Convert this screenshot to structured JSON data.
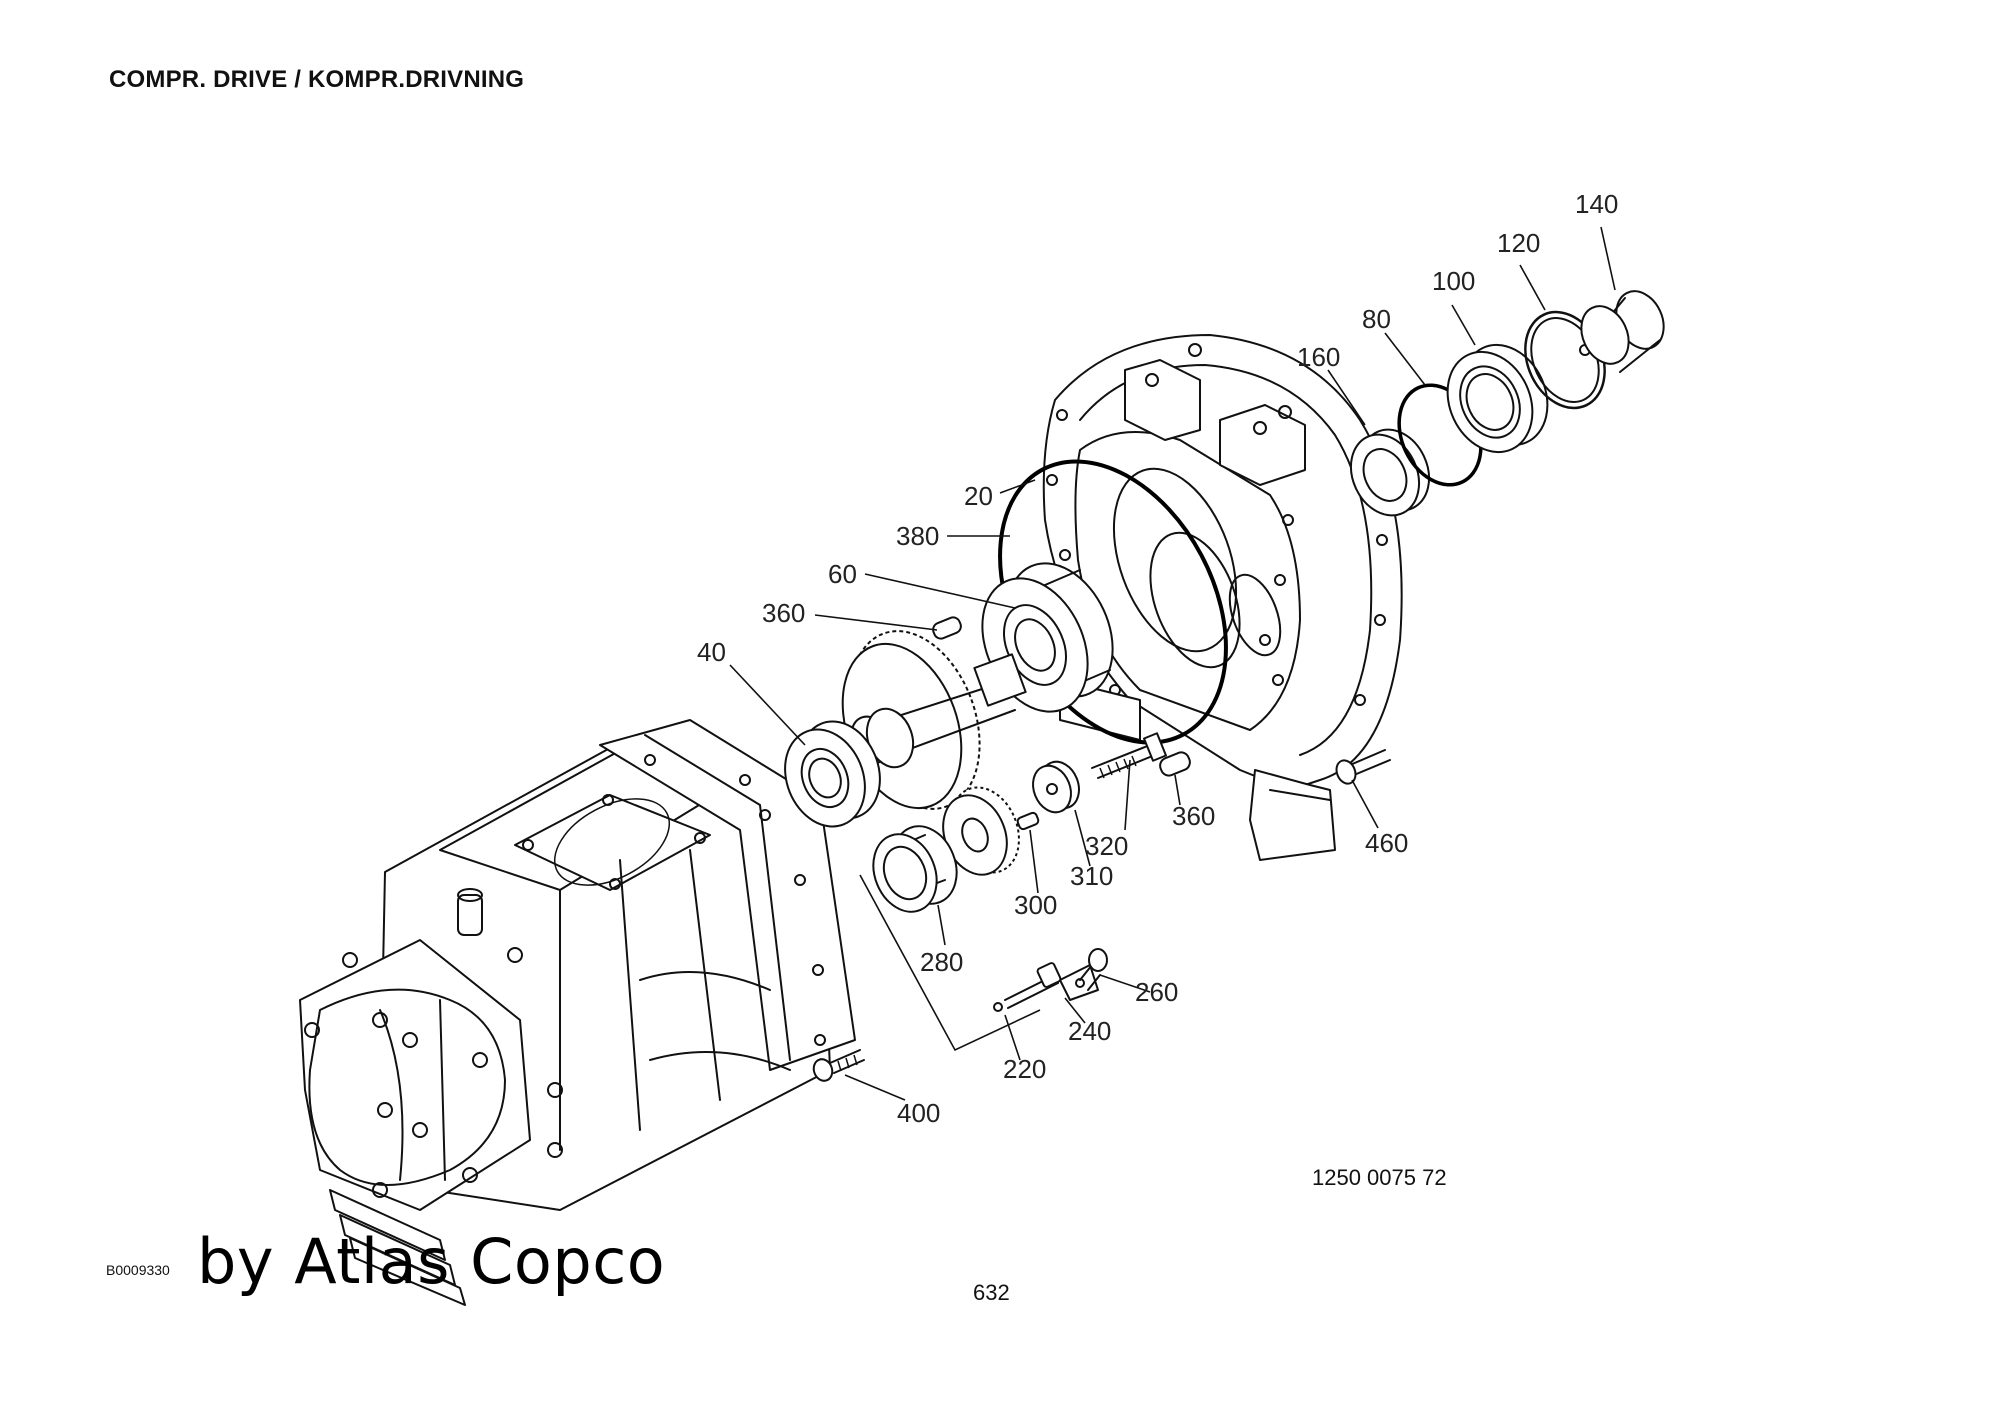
{
  "header": {
    "title": "COMPR. DRIVE / KOMPR.DRIVNING"
  },
  "diagram": {
    "callouts": [
      {
        "id": "c140",
        "label": "140"
      },
      {
        "id": "c120",
        "label": "120"
      },
      {
        "id": "c100",
        "label": "100"
      },
      {
        "id": "c80",
        "label": "80"
      },
      {
        "id": "c160",
        "label": "160"
      },
      {
        "id": "c20",
        "label": "20"
      },
      {
        "id": "c380",
        "label": "380"
      },
      {
        "id": "c60",
        "label": "60"
      },
      {
        "id": "c360a",
        "label": "360"
      },
      {
        "id": "c40",
        "label": "40"
      },
      {
        "id": "c320",
        "label": "320"
      },
      {
        "id": "c360b",
        "label": "360"
      },
      {
        "id": "c460",
        "label": "460"
      },
      {
        "id": "c310",
        "label": "310"
      },
      {
        "id": "c300",
        "label": "300"
      },
      {
        "id": "c280",
        "label": "280"
      },
      {
        "id": "c260",
        "label": "260"
      },
      {
        "id": "c240",
        "label": "240"
      },
      {
        "id": "c220",
        "label": "220"
      },
      {
        "id": "c400",
        "label": "400"
      }
    ]
  },
  "footer": {
    "drawing_number": "1250 0075 72",
    "image_id": "B0009330",
    "brand": "by Atlas Copco",
    "page_number": "632"
  }
}
